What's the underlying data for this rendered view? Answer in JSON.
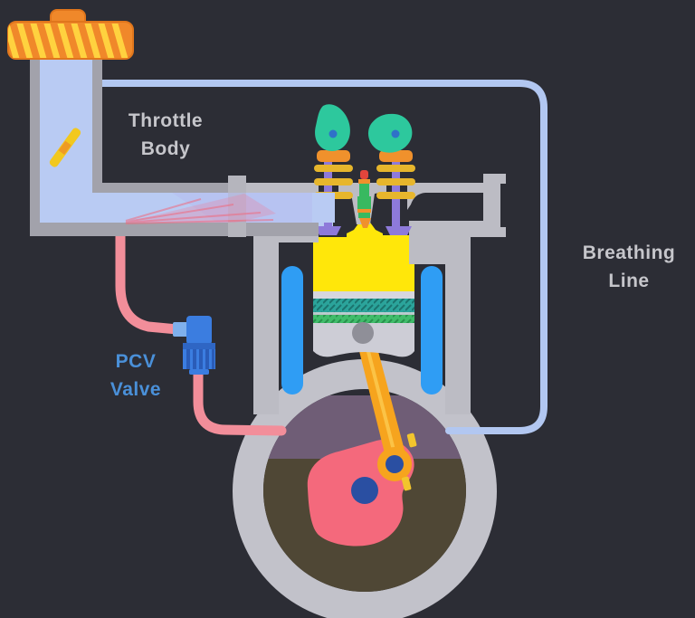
{
  "labels": {
    "throttle_body": "Throttle Body",
    "breathing_line": "Breathing Line",
    "pcv_valve": "PCV Valve"
  },
  "palette": {
    "background": "#2c2d35",
    "metal_gray": "#bcbcc4",
    "duct_wall_gray": "#a2a2ab",
    "intake_air_blue": "#b9cbf3",
    "breathing_line_blue": "#b2c7f1",
    "coolant_blue": "#2f9df4",
    "combustion_yellow": "#ffe70a",
    "cam_green": "#2dc89d",
    "valve_purple": "#8e7ada",
    "spring_gold": "#e7b62c",
    "retainer_orange": "#f0912c",
    "hose_pink": "#f28e9a",
    "pcv_valve_blue": "#3b7de0",
    "crank_pink": "#f4697c",
    "journal_blue": "#2a4fa2",
    "rod_orange": "#f6a41e",
    "oil_brown": "#4f4735",
    "blowby_purple": "#6f5d76",
    "air_filter_orange": "#f0882a",
    "filter_stripe_yellow": "#ffd23f",
    "label_gray": "#c6c6cb",
    "label_blue": "#4a90d9"
  },
  "parts": [
    "air-filter",
    "intake-duct",
    "throttle-plate",
    "throttle-body",
    "pcv-mist",
    "pcv-hose",
    "pcv-valve",
    "breathing-line",
    "cylinder-head",
    "intake-flange",
    "exhaust-flange",
    "intake-cam-lobe",
    "exhaust-cam-lobe",
    "intake-valve",
    "exhaust-valve",
    "valve-springs",
    "spark-plug",
    "combustion-gas",
    "engine-block",
    "coolant-passage",
    "piston",
    "piston-rings",
    "wrist-pin",
    "connecting-rod",
    "crankshaft-counterweight",
    "main-journal",
    "crank-pin",
    "crankcase",
    "blowby-gases",
    "engine-oil"
  ]
}
